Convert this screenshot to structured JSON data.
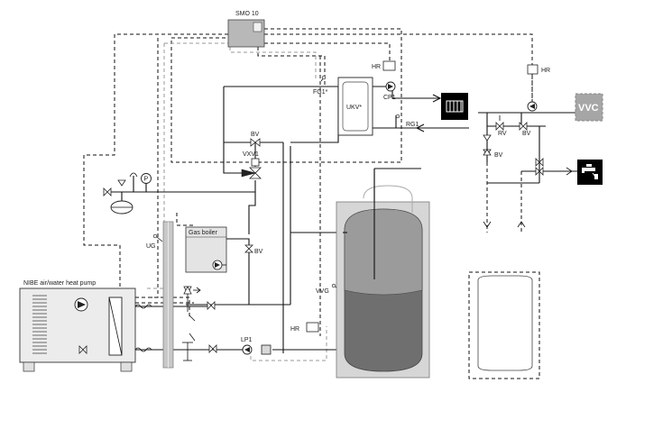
{
  "labels": {
    "controller": "SMO 10",
    "heat_pump": "NIBE air/water heat pump",
    "gas_boiler": "Gas boiler",
    "ukv": "UKV*",
    "hr": "HR",
    "fg1": "FG1*",
    "cp1": "CP1",
    "rg1": "RG1",
    "bv": "BV",
    "vxv1": "VXV1",
    "ug": "UG",
    "vvg": "VVG",
    "lp1": "LP1",
    "rv": "RV",
    "vvc": "VVC",
    "p": "P"
  },
  "colors": {
    "line": "#111111",
    "dashed_signal": "#9a9a9a",
    "tank_body": "#d6d6d6",
    "tank_outer": "#aaaaaa",
    "tank_inner_top": "#9b9b9b",
    "tank_inner_bottom": "#6f6f6f",
    "vvc_fill": "#a6a6a6",
    "icon_box": "#000000"
  },
  "icons": [
    "radiator-icon",
    "tap-icon",
    "pump-icon",
    "valve-icon",
    "expansion-vessel-icon",
    "pressure-gauge-icon",
    "sensor-icon"
  ]
}
